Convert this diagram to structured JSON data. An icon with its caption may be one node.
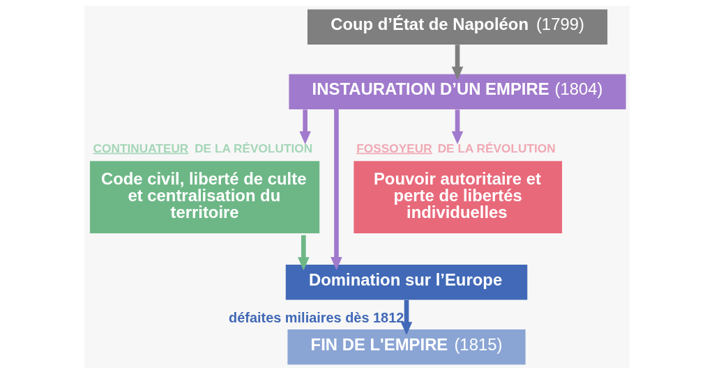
{
  "diagram": {
    "nodes": [
      {
        "text": [
          "**Coup d’État de Napoléon** (1799)"
        ]
      },
      {
        "text": [
          "**INSTAURATION D’UN EMPIRE** (1804)"
        ]
      },
      {
        "text": [
          "CONTINUATEUR DE LA RÉVOLUTION",
          "Code civil, liberté de culte et centralisation du territoire"
        ]
      },
      {
        "text": [
          "FOSSOYEUR DE LA RÉVOLUTION",
          "Pouvoir autoritaire et perte de libertés individuelles"
        ]
      },
      {
        "text": [
          "Domination sur l’Europe"
        ]
      },
      {
        "text": [
          "**FIN DE L'EMPIRE** (1815)"
        ]
      }
    ],
    "edges": [
      {
        "from": 0,
        "to": 1,
        "arrow": "to",
        "color": "#7f7f7f"
      },
      {
        "from": 1,
        "to": 2,
        "arrow": "to"
      },
      {
        "from": 1,
        "to": 3,
        "arrow": "to"
      },
      {
        "from": 1,
        "to": 4,
        "arrow": "to"
      },
      {
        "from": 2,
        "to": 4,
        "arrow": "to",
        "color": "#6db787"
      },
      {
        "from": 4,
        "to": 5,
        "arrow": "to",
        "label": "défaites miliaires dès 1812",
        "color": "#4169b7"
      }
    ]
  }
}
